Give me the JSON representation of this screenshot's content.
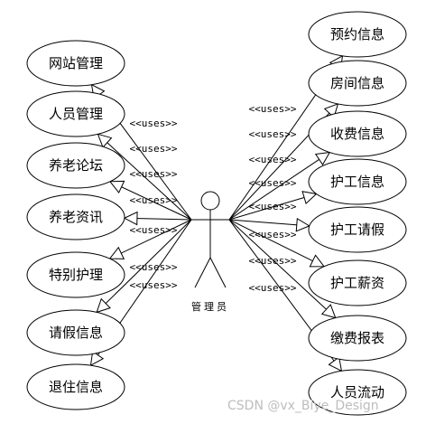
{
  "actor": {
    "name": "管理员"
  },
  "stereotype": "<<uses>>",
  "left_use_cases": [
    "网站管理",
    "人员管理",
    "养老论坛",
    "养老资讯",
    "特别护理",
    "请假信息",
    "退住信息"
  ],
  "right_use_cases": [
    "预约信息",
    "房间信息",
    "收费信息",
    "护工信息",
    "护工请假",
    "护工薪资",
    "缴费报表",
    "人员流动"
  ],
  "watermark": "CSDN @vx_Biye_Design",
  "colors": {
    "line": "#000000",
    "background": "#ffffff",
    "watermark": "#bdbdbd"
  }
}
